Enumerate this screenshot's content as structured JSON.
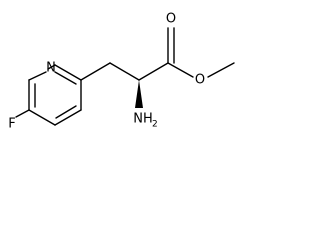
{
  "atoms": {
    "n": "N",
    "f": "F",
    "o_carbonyl": "O",
    "o_ester": "O",
    "nh2_n": "NH",
    "nh2_sub": "2"
  }
}
